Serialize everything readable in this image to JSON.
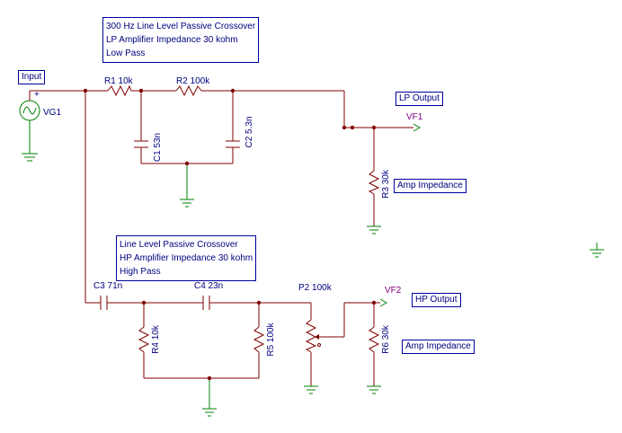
{
  "notes": {
    "lowpass": [
      "300 Hz Line Level Passive Crossover",
      "LP Amplifier Impedance 30 kohm",
      "Low Pass"
    ],
    "highpass": [
      "Line Level Passive Crossover",
      "HP Amplifier Impedance 30 kohm",
      "High Pass"
    ]
  },
  "tags": {
    "input": "Input",
    "lp_output": "LP Output",
    "hp_output": "HP Output",
    "amp_impedance_lp": "Amp Impedance",
    "amp_impedance_hp": "Amp Impedance"
  },
  "components": {
    "vg1": "VG1",
    "vf1": "VF1",
    "vf2": "VF2",
    "r1": "R1 10k",
    "r2": "R2 100k",
    "c1": "C1 53n",
    "c2": "C2 5.3n",
    "r3": "R3 30k",
    "c3": "C3 71n",
    "c4": "C4 23n",
    "r4": "R4 10k",
    "r5": "R5 100k",
    "p2": "P2 100k",
    "r6": "R6 30k"
  },
  "colors": {
    "wire": "#800000",
    "ground": "#008000",
    "label": "#00007f",
    "meter": "#800080"
  }
}
